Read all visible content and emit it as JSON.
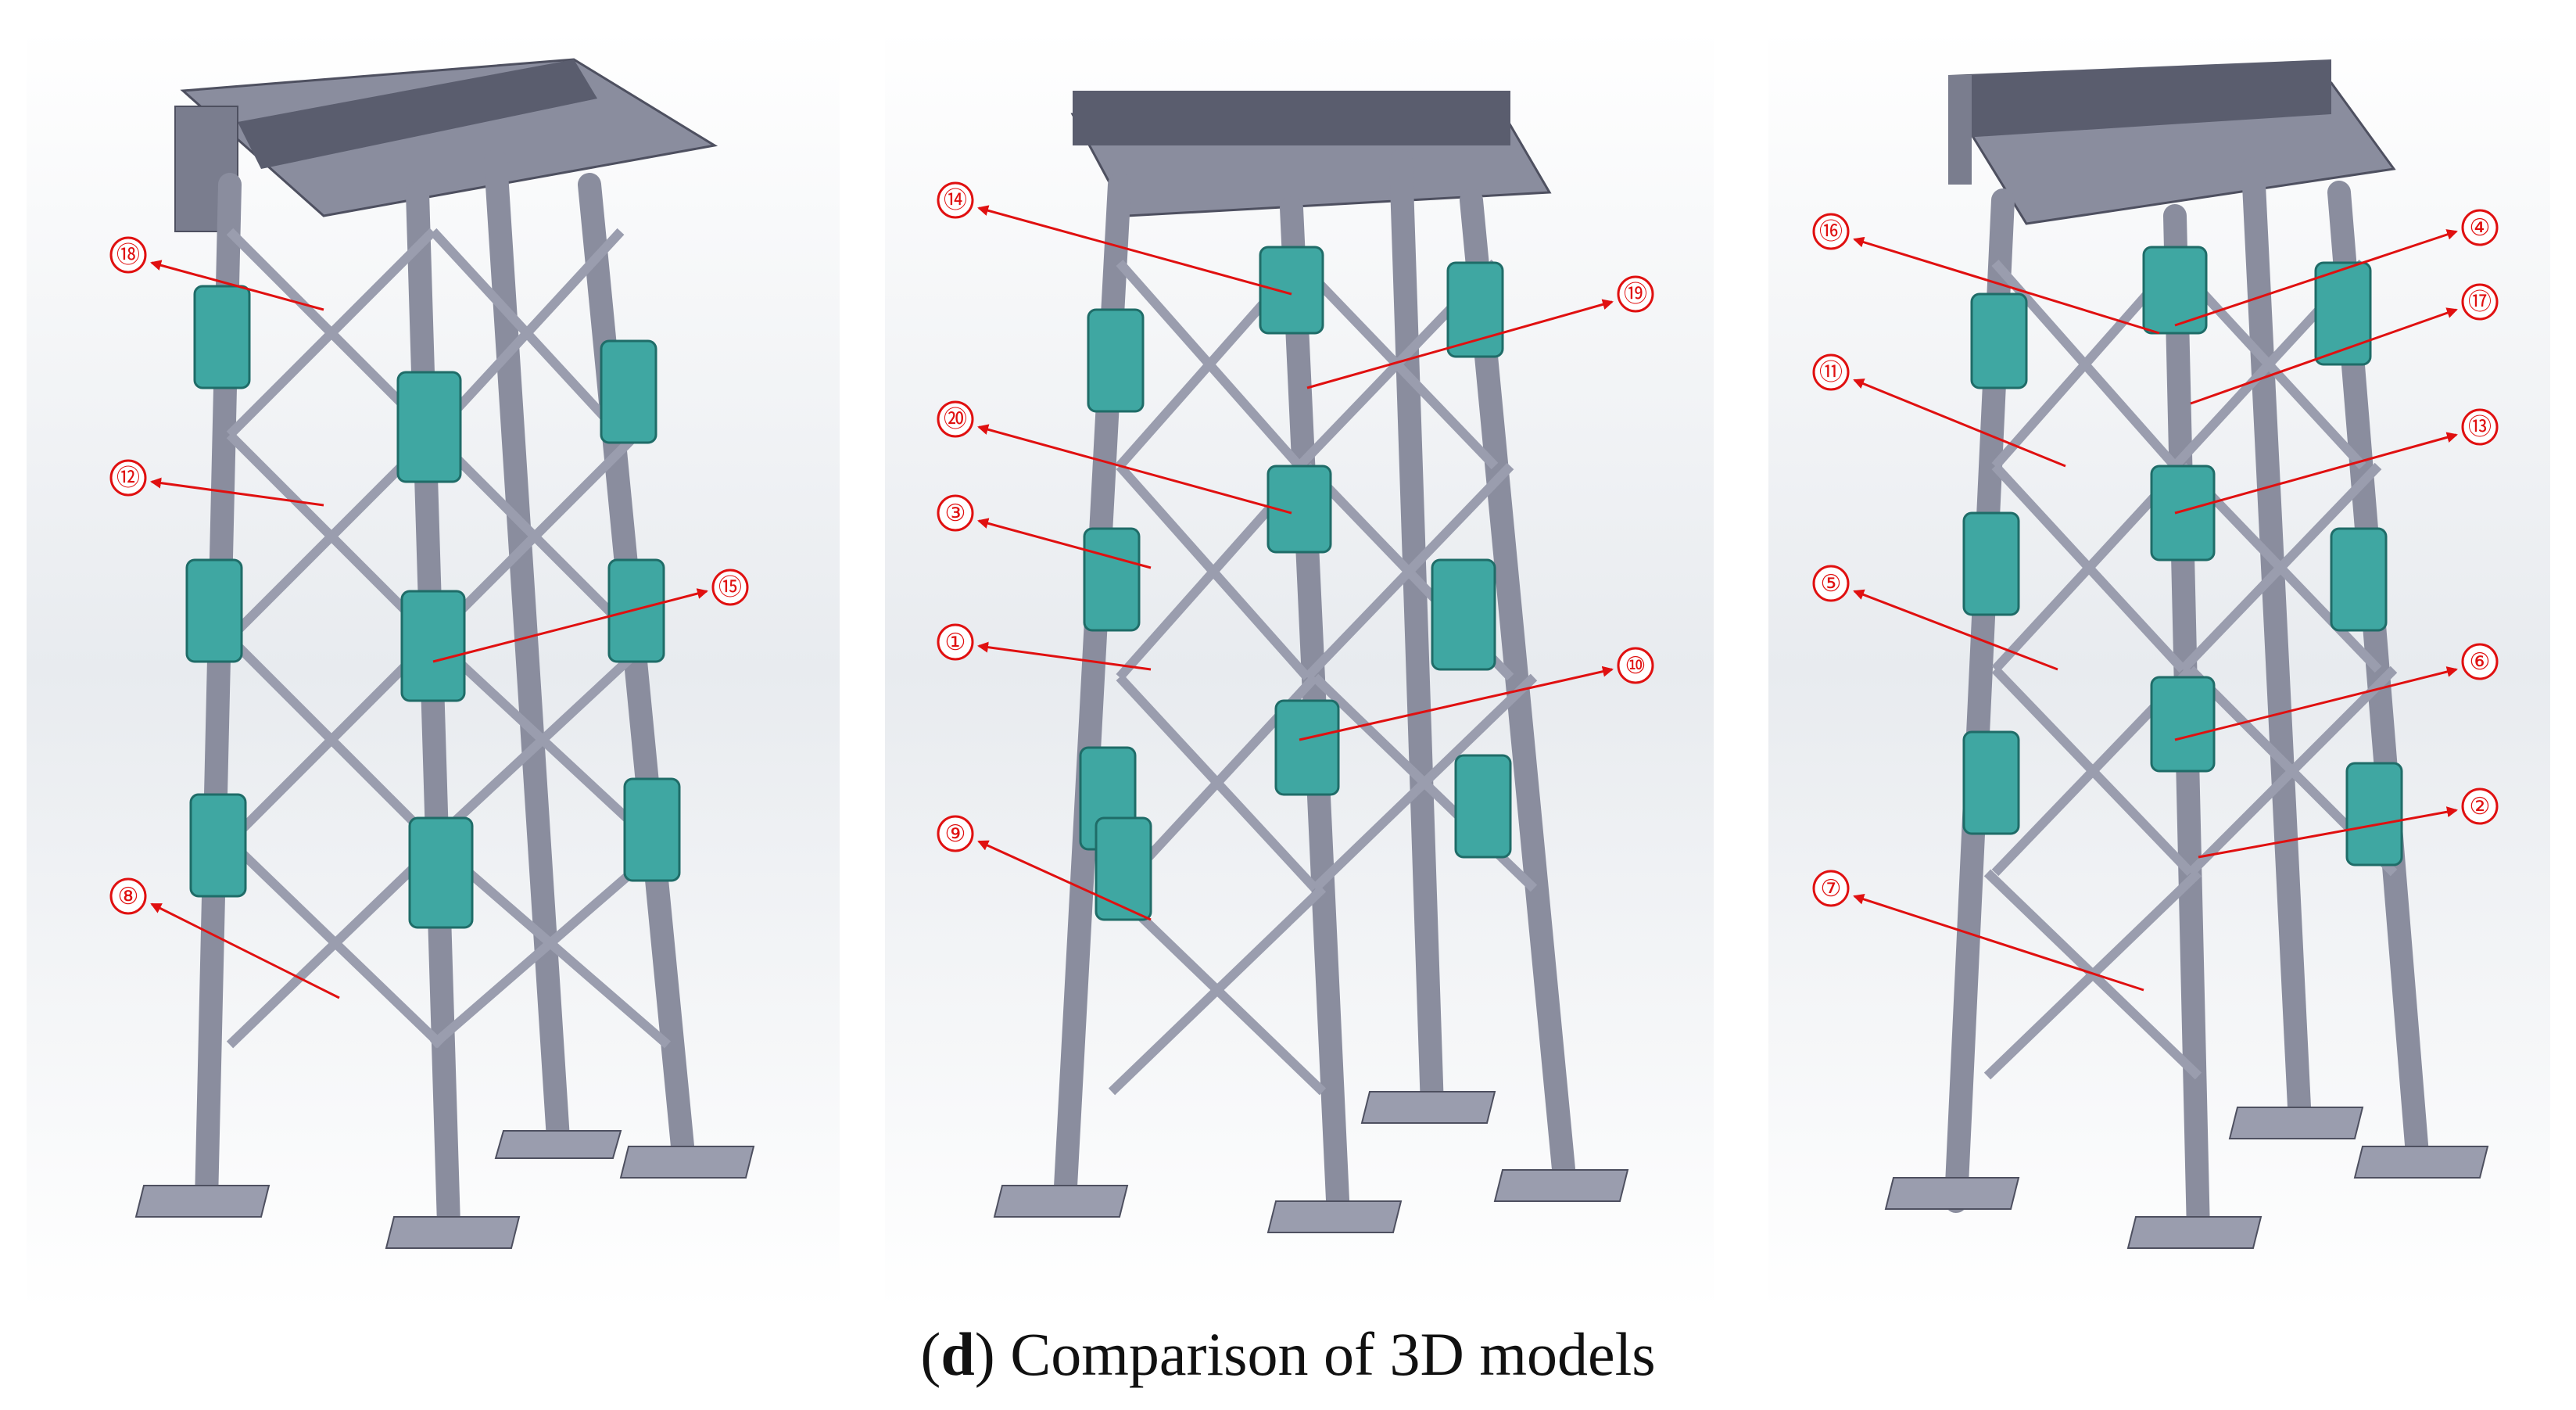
{
  "caption": {
    "letter": "d",
    "text": "Comparison of 3D models"
  },
  "colors": {
    "steel": "#8a8d9e",
    "steel_dark": "#4e5060",
    "joint": "#3fa7a2",
    "joint_dark": "#1f6c68",
    "annotation": "#e01010",
    "background_panel": "#eef0f2"
  },
  "models": [
    {
      "id": "model-1",
      "labels": [
        "⑱",
        "⑫",
        "⑮",
        "⑧"
      ]
    },
    {
      "id": "model-2",
      "labels": [
        "⑭",
        "⑲",
        "⑳",
        "③",
        "①",
        "⑩",
        "⑨"
      ]
    },
    {
      "id": "model-3",
      "labels": [
        "⑯",
        "④",
        "⑰",
        "⑪",
        "⑬",
        "⑤",
        "⑥",
        "②",
        "⑦"
      ]
    }
  ]
}
